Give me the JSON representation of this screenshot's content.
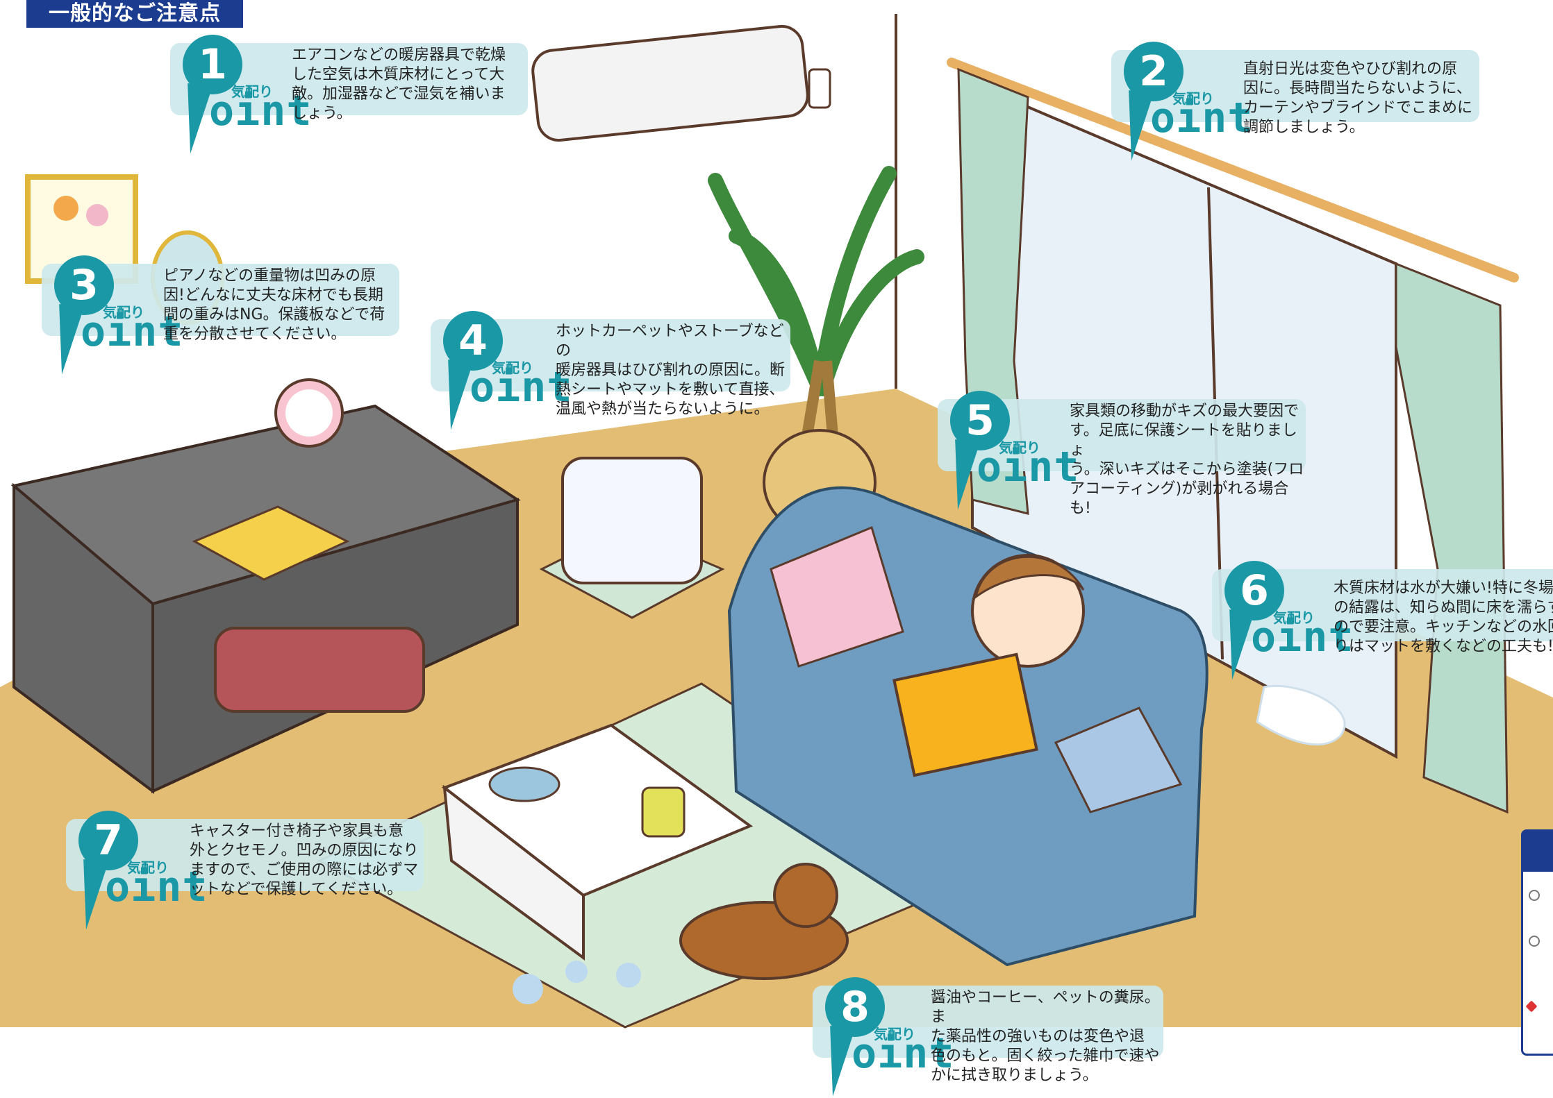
{
  "header": {
    "title": "一般的なご注意点"
  },
  "badge": {
    "kikubari": "気配り",
    "point": "oint"
  },
  "points": [
    {
      "num": "1",
      "lines": [
        "エアコンなどの暖房器具で乾燥",
        "した空気は木質床材にとって大",
        "敵。加湿器などで湿気を補いま",
        "しょう。"
      ]
    },
    {
      "num": "2",
      "lines": [
        "直射日光は変色やひび割れの原",
        "因に。長時間当たらないように、",
        "カーテンやブラインドでこまめに",
        "調節しましょう。"
      ]
    },
    {
      "num": "3",
      "lines": [
        "ピアノなどの重量物は凹みの原",
        "因!どんなに丈夫な床材でも長期",
        "間の重みはNG。保護板などで荷",
        "重を分散させてください。"
      ]
    },
    {
      "num": "4",
      "lines": [
        "ホットカーペットやストーブなどの",
        "暖房器具はひび割れの原因に。断",
        "熱シートやマットを敷いて直接、",
        "温風や熱が当たらないように。"
      ]
    },
    {
      "num": "5",
      "lines": [
        "家具類の移動がキズの最大要因で",
        "す。足底に保護シートを貼りましょ",
        "う。深いキズはそこから塗装(フロ",
        "アコーティング)が剥がれる場合も!"
      ]
    },
    {
      "num": "6",
      "lines": [
        "木質床材は水が大嫌い!特に冬場",
        "の結露は、知らぬ間に床を濡らす",
        "ので要注意。キッチンなどの水回",
        "りはマットを敷くなどの工夫も!"
      ]
    },
    {
      "num": "7",
      "lines": [
        "キャスター付き椅子や家具も意",
        "外とクセモノ。凹みの原因になり",
        "ますので、ご使用の際には必ずマ",
        "ットなどで保護してください。"
      ]
    },
    {
      "num": "8",
      "lines": [
        "醤油やコーヒー、ペットの糞尿。ま",
        "た薬品性の強いものは変色や退",
        "色のもと。固く絞った雑巾で速や",
        "かに拭き取りましょう。"
      ]
    }
  ],
  "colors": {
    "navy": "#1b3c8f",
    "teal": "#1a98a6",
    "floor": "#e3bd73",
    "wall": "#ffffff",
    "sofa": "#6f9cc1",
    "rug": "#d6ead8"
  }
}
